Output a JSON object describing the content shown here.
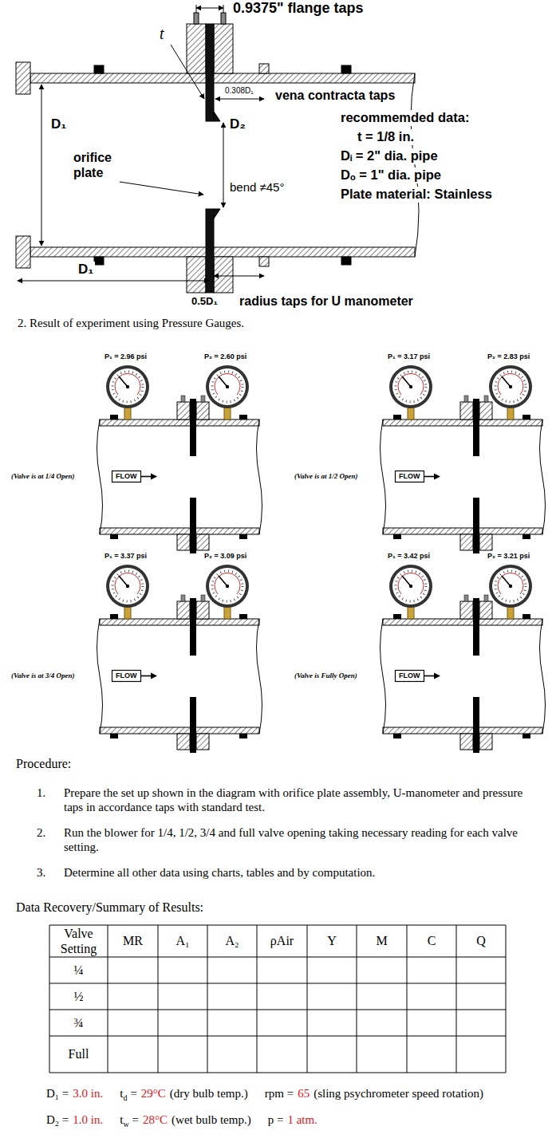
{
  "diagram": {
    "nodes": [
      {
        "text": [
          "FLOW"
        ]
      },
      {
        "text": [
          "FLOW"
        ]
      },
      {
        "text": [
          "FLOW"
        ]
      },
      {
        "text": [
          "FLOW"
        ]
      }
    ],
    "labels": [
      "0.9375\" flange taps",
      "t",
      "D₁",
      "orifice plate",
      "0.308D₁",
      "vena contracta taps",
      "D₂",
      "bend ≠45°",
      "recommemded data:",
      "t = 1/8 in.",
      "Dᵢ = 2\" dia. pipe",
      "Dₒ = 1\" dia. pipe",
      "Plate material: Stainless",
      "D₁",
      "0.5D₁",
      "radius taps for U manometer",
      "2. Result of experiment using Pressure Gauges.",
      "P₁ = 2.96 psi",
      "P₂ = 2.60 psi",
      "(Valve is at 1/4 Open)",
      "P₁ = 3.17 psi",
      "P₂ = 2.83 psi",
      "(Valve is at 1/2 Open)",
      "P₁ = 3.37 psi",
      "P₂ = 3.09 psi",
      "(Valve is at 3/4 Open)",
      "P₁ = 3.42 psi",
      "P₂ = 3.21 psi",
      "(Valve is Fully Open)",
      "Procedure:",
      "1.",
      "Prepare the set up shown in the diagram with orifice plate assembly, U-manometer and pressure taps in accordance taps with standard test.",
      "2.",
      "Run the blower for 1/4, 1/2, 3/4 and full valve opening taking necessary reading for each valve setting.",
      "3.",
      "Determine all other data using charts, tables and by computation.",
      "Data Recovery/Summary of Results:",
      "Valve Setting",
      "MR",
      "A₁",
      "A₂",
      "ρAir",
      "Y",
      "M",
      "C",
      "Q",
      "¼",
      "½",
      "¾",
      "Full",
      "D₁ =",
      "3.0 in.",
      "t",
      "d",
      "=",
      "29°C",
      "(dry bulb temp.)",
      "rpm =",
      "65",
      "(sling psychrometer speed rotation)",
      "D₂ =",
      "1.0 in.",
      "t",
      "w",
      "=",
      "28°C",
      "(wet bulb temp.)",
      "p =",
      "1 atm."
    ]
  }
}
